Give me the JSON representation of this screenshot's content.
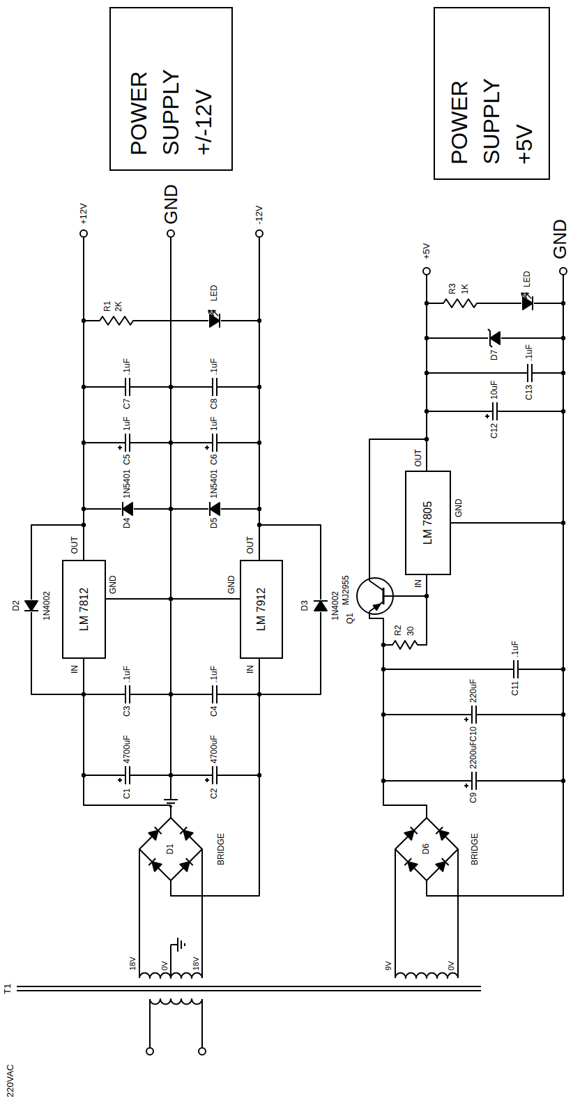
{
  "diagram": {
    "nodes": [
      {
        "text": [
          "POWER SUPPLY +/-12V"
        ]
      },
      {
        "text": [
          "LM 7812"
        ]
      },
      {
        "text": [
          "LM 7912"
        ]
      },
      {
        "text": [
          "POWER SUPPLY +5V"
        ]
      },
      {
        "text": [
          "LM 7805"
        ]
      }
    ],
    "labels": [
      "220VAC",
      "T1",
      "18V",
      "0V",
      "18V",
      "9V",
      "0V",
      "D1",
      "BRIDGE",
      "C1",
      "4700uF",
      "C2",
      "4700uF",
      "C3",
      ".1uF",
      "C4",
      ".1uF",
      "D2",
      "1N4002",
      "IN",
      "OUT",
      "GND",
      "GND",
      "IN",
      "OUT",
      "D3",
      "1N4002",
      "D4",
      "1N5401",
      "D5",
      "1N5401",
      "C5",
      "1uF",
      "C6",
      "1uF",
      "C7",
      ".1uF",
      "C8",
      ".1uF",
      "R1",
      "2K",
      "LED",
      "+12V",
      "GND",
      "-12V",
      "D6",
      "BRIDGE",
      "C9",
      "2200uF",
      "C10",
      "220uF",
      "C11",
      ".1uF",
      "R2",
      "30",
      "Q1",
      "MJ2955",
      "IN",
      "OUT",
      "GND",
      "C12",
      "10uF",
      "C13",
      ".1uF",
      "D7",
      "R3",
      "1K",
      "LED",
      "+5V",
      "GND"
    ]
  }
}
